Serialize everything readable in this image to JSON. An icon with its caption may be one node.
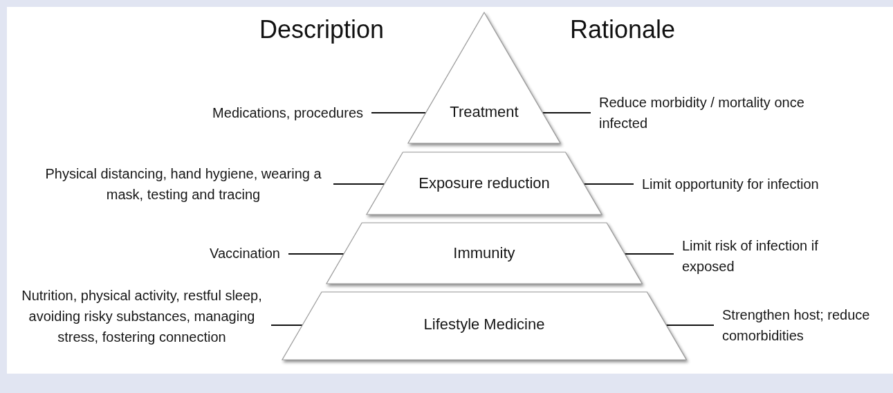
{
  "diagram": {
    "nodes": [
      {
        "text": [
          "Medications, procedures"
        ]
      },
      {
        "text": [
          "Treatment"
        ]
      },
      {
        "text": [
          "Reduce morbidity / mortality once infected"
        ]
      },
      {
        "text": [
          "Physical distancing, hand hygiene, wearing a mask, testing and tracing"
        ]
      },
      {
        "text": [
          "Exposure reduction"
        ]
      },
      {
        "text": [
          "Limit opportunity for infection"
        ]
      },
      {
        "text": [
          "Vaccination"
        ]
      },
      {
        "text": [
          "Immunity"
        ]
      },
      {
        "text": [
          "Limit risk of infection if exposed"
        ]
      },
      {
        "text": [
          "Nutrition, physical activity, restful sleep, avoiding risky substances, managing stress, fostering connection"
        ]
      },
      {
        "text": [
          "Lifestyle Medicine"
        ]
      },
      {
        "text": [
          "Strengthen host; reduce comorbidities"
        ]
      }
    ],
    "edges": [
      {
        "from": 0,
        "to": 1,
        "arrow": "none"
      },
      {
        "from": 1,
        "to": 2,
        "arrow": "none"
      },
      {
        "from": 3,
        "to": 4,
        "arrow": "none"
      },
      {
        "from": 4,
        "to": 5,
        "arrow": "none"
      },
      {
        "from": 6,
        "to": 7,
        "arrow": "none"
      },
      {
        "from": 7,
        "to": 8,
        "arrow": "none"
      },
      {
        "from": 9,
        "to": 10,
        "arrow": "none"
      },
      {
        "from": 10,
        "to": 11,
        "arrow": "none"
      }
    ],
    "labels": [
      "Description",
      "Rationale"
    ]
  }
}
